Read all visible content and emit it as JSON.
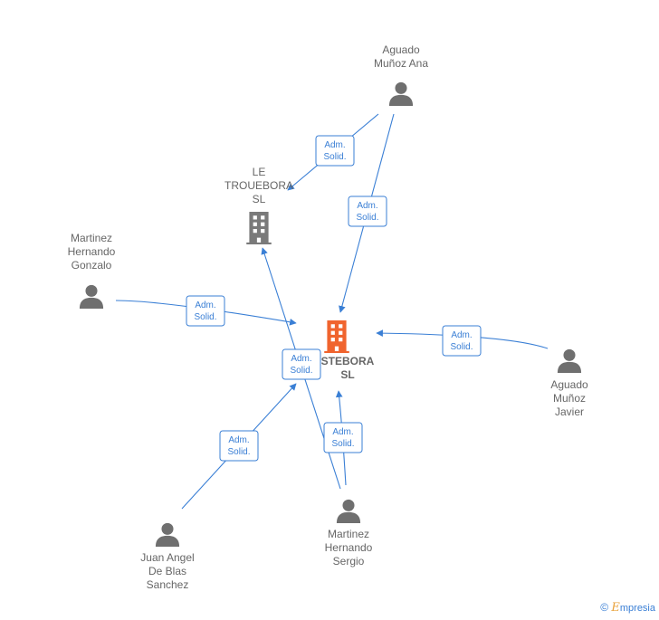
{
  "nodes": {
    "aguado_ana": {
      "label_lines": [
        "Aguado",
        "Muñoz Ana"
      ],
      "kind": "person"
    },
    "le_trouebora": {
      "label_lines": [
        "LE",
        "TROUEBORA",
        "SL"
      ],
      "kind": "company"
    },
    "martinez_gonzalo": {
      "label_lines": [
        "Martinez",
        "Hernando",
        "Gonzalo"
      ],
      "kind": "person"
    },
    "stebora": {
      "label_lines": [
        "STEBORA",
        "SL"
      ],
      "kind": "company-main"
    },
    "aguado_javier": {
      "label_lines": [
        "Aguado",
        "Muñoz",
        "Javier"
      ],
      "kind": "person"
    },
    "juan_angel": {
      "label_lines": [
        "Juan Angel",
        "De Blas",
        "Sanchez"
      ],
      "kind": "person"
    },
    "martinez_sergio": {
      "label_lines": [
        "Martinez",
        "Hernando",
        "Sergio"
      ],
      "kind": "person"
    }
  },
  "edges": [
    {
      "from": "aguado_ana",
      "to": "le_trouebora",
      "label_lines": [
        "Adm.",
        "Solid."
      ]
    },
    {
      "from": "aguado_ana",
      "to": "stebora",
      "label_lines": [
        "Adm.",
        "Solid."
      ]
    },
    {
      "from": "martinez_gonzalo",
      "to": "stebora",
      "label_lines": [
        "Adm.",
        "Solid."
      ]
    },
    {
      "from": "aguado_javier",
      "to": "stebora",
      "label_lines": [
        "Adm.",
        "Solid."
      ]
    },
    {
      "from": "martinez_sergio",
      "to": "le_trouebora",
      "label_lines": [
        "Adm.",
        "Solid."
      ]
    },
    {
      "from": "juan_angel",
      "to": "stebora",
      "label_lines": [
        "Adm.",
        "Solid."
      ]
    },
    {
      "from": "martinez_sergio",
      "to": "stebora",
      "label_lines": [
        "Adm.",
        "Solid."
      ]
    }
  ],
  "colors": {
    "edge": "#3a7fd5",
    "person_icon": "#6f6f6f",
    "company_icon": "#7a7a7a",
    "main_company_icon": "#f0642e"
  },
  "footer": {
    "copyright": "©",
    "brand_initial": "E",
    "brand_rest": "mpresia"
  }
}
